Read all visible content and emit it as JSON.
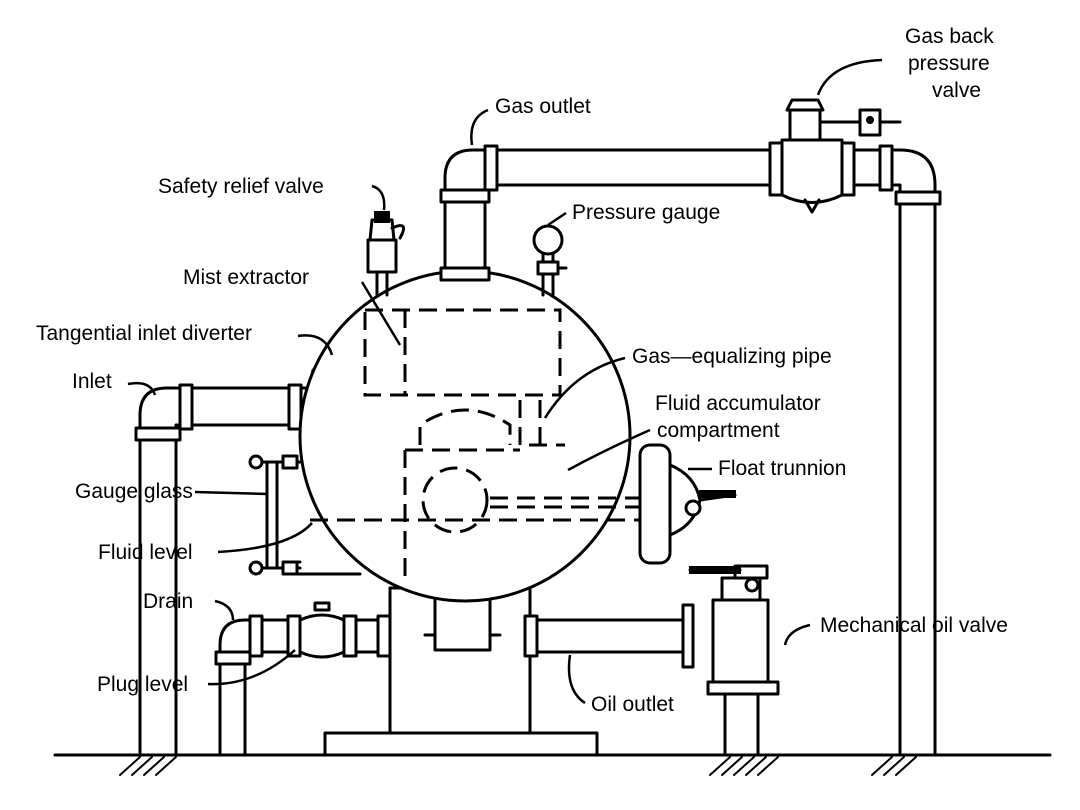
{
  "labels": {
    "gas_back_pressure_valve": [
      "Gas back",
      "pressure",
      "valve"
    ],
    "gas_outlet": "Gas outlet",
    "safety_relief_valve": "Safety relief valve",
    "pressure_gauge": "Pressure gauge",
    "mist_extractor": "Mist extractor",
    "tangential_inlet_diverter": "Tangential inlet diverter",
    "gas_equalizing_pipe": "Gas—equalizing pipe",
    "inlet": "Inlet",
    "fluid_accumulator_compartment": [
      "Fluid accumulator",
      "compartment"
    ],
    "float_trunnion": "Float trunnion",
    "gauge_glass": "Gauge glass",
    "fluid_level": "Fluid level",
    "drain": "Drain",
    "mechanical_oil_valve": "Mechanical oil valve",
    "plug_level": "Plug level",
    "oil_outlet": "Oil outlet"
  }
}
